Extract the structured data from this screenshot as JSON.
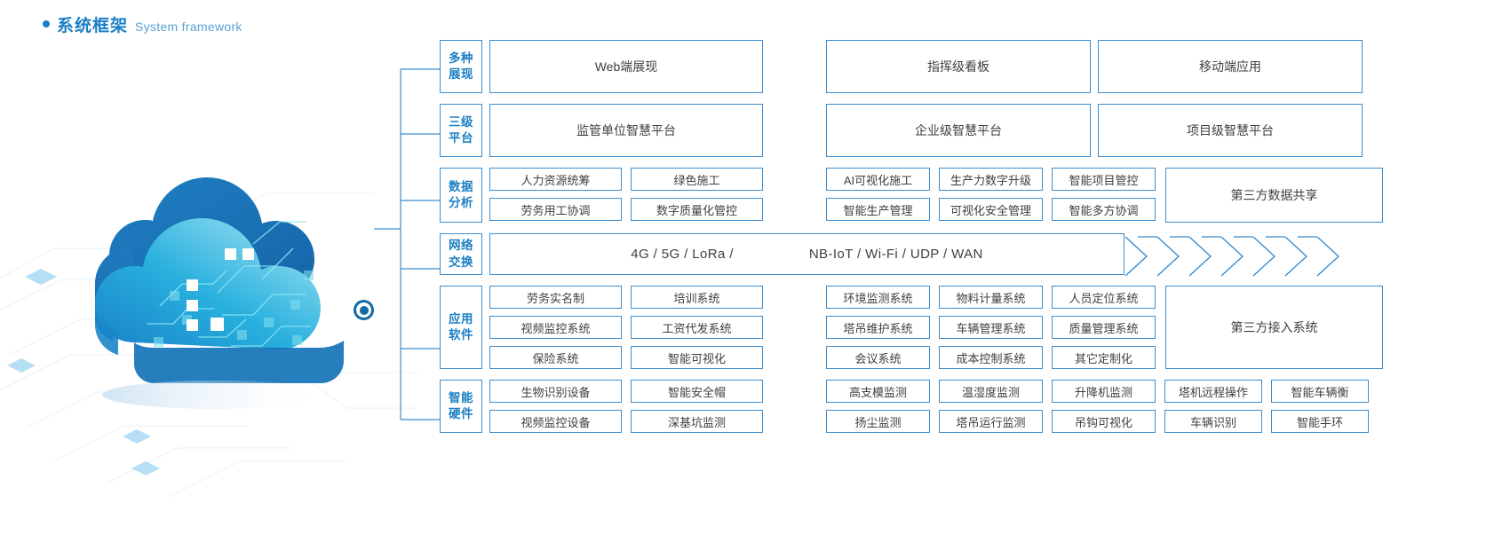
{
  "header": {
    "title_cn": "系统框架",
    "title_en": "System framework",
    "bullet_color": "#1b7fc4"
  },
  "graphic": {
    "name": "cloud-computing-illustration",
    "node_label": "connection-node"
  },
  "rows": [
    {
      "category": {
        "line1": "多种",
        "line2": "展现"
      },
      "boxes": [
        "Web端展现",
        "指挥级看板",
        "移动端应用"
      ]
    },
    {
      "category": {
        "line1": "三级",
        "line2": "平台"
      },
      "boxes": [
        "监管单位智慧平台",
        "企业级智慧平台",
        "项目级智慧平台"
      ]
    },
    {
      "category": {
        "line1": "数据",
        "line2": "分析"
      },
      "left_grid": [
        [
          "人力资源统筹",
          "绿色施工"
        ],
        [
          "劳务用工协调",
          "数字质量化管控"
        ]
      ],
      "right_grid": [
        [
          "AI可视化施工",
          "生产力数字升级",
          "智能项目管控"
        ],
        [
          "智能生产管理",
          "可视化安全管理",
          "智能多方协调"
        ]
      ],
      "share_box": "第三方数据共享"
    },
    {
      "category": {
        "line1": "网络",
        "line2": "交换"
      },
      "net_left": "4G / 5G / LoRa /",
      "net_right": "NB-IoT / Wi-Fi / UDP / WAN",
      "chevron_count": 7
    },
    {
      "category": {
        "line1": "应用",
        "line2": "软件"
      },
      "left_grid": [
        [
          "劳务实名制",
          "培训系统"
        ],
        [
          "视频监控系统",
          "工资代发系统"
        ],
        [
          "保险系统",
          "智能可视化"
        ]
      ],
      "right_grid": [
        [
          "环境监测系统",
          "物料计量系统",
          "人员定位系统"
        ],
        [
          "塔吊维护系统",
          "车辆管理系统",
          "质量管理系统"
        ],
        [
          "会议系统",
          "成本控制系统",
          "其它定制化"
        ]
      ],
      "share_box": "第三方接入系统"
    },
    {
      "category": {
        "line1": "智能",
        "line2": "硬件"
      },
      "left_grid": [
        [
          "生物识别设备",
          "智能安全帽"
        ],
        [
          "视频监控设备",
          "深基坑监测"
        ]
      ],
      "right_grid": [
        [
          "高支模监测",
          "温湿度监测",
          "升降机监测",
          "塔机远程操作",
          "智能车辆衡"
        ],
        [
          "扬尘监测",
          "塔吊运行监测",
          "吊钩可视化",
          "车辆识别",
          "智能手环"
        ]
      ]
    }
  ],
  "colors": {
    "accent": "#1b7fc4",
    "border": "#3c8dcd",
    "text": "#3f3f3f",
    "cloud_dark": "#1b72b8",
    "cloud_light": "#38c0e0"
  }
}
